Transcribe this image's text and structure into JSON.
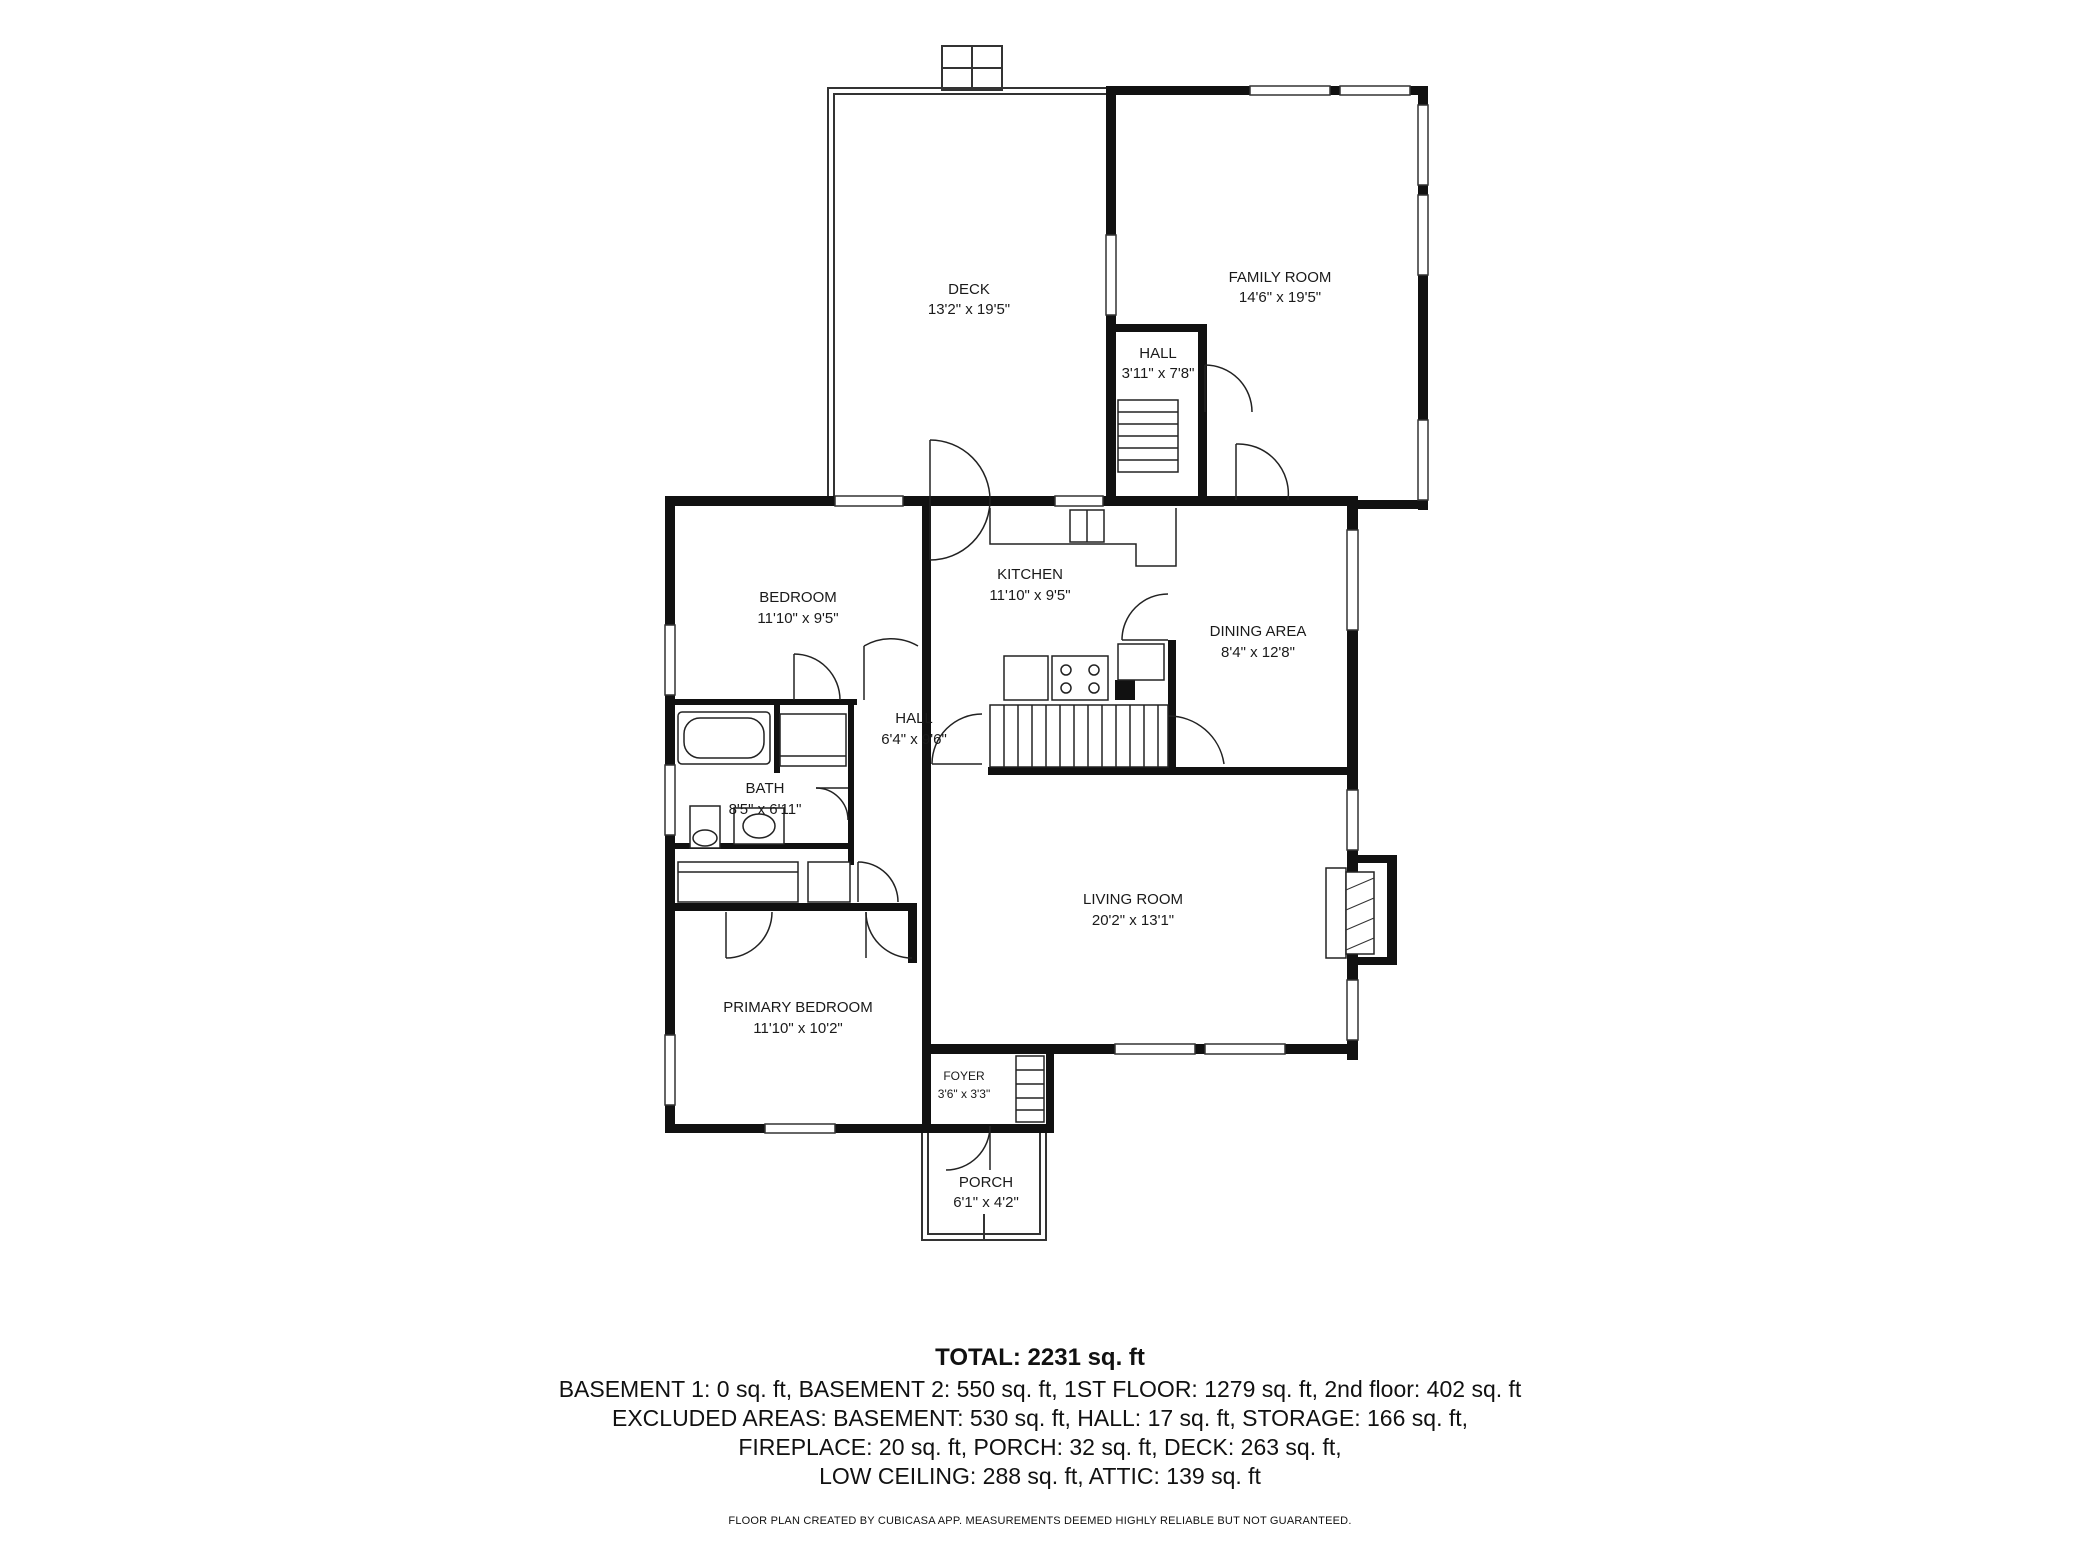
{
  "rooms": {
    "deck": {
      "name": "DECK",
      "dim": "13'2\" x 19'5\""
    },
    "family_room": {
      "name": "FAMILY ROOM",
      "dim": "14'6\" x 19'5\""
    },
    "upper_hall": {
      "name": "HALL",
      "dim": "3'11\" x 7'8\""
    },
    "kitchen": {
      "name": "KITCHEN",
      "dim": "11'10\" x 9'5\""
    },
    "bedroom": {
      "name": "BEDROOM",
      "dim": "11'10\" x 9'5\""
    },
    "dining_area": {
      "name": "DINING AREA",
      "dim": "8'4\" x 12'8\""
    },
    "hall": {
      "name": "HALL",
      "dim": "6'4\" x 9'6\""
    },
    "bath": {
      "name": "BATH",
      "dim": "8'5\" x 6'11\""
    },
    "living_room": {
      "name": "LIVING ROOM",
      "dim": "20'2\" x 13'1\""
    },
    "primary_bedroom": {
      "name": "PRIMARY BEDROOM",
      "dim": "11'10\" x 10'2\""
    },
    "foyer": {
      "name": "FOYER",
      "dim": "3'6\" x 3'3\""
    },
    "porch": {
      "name": "PORCH",
      "dim": "6'1\" x 4'2\""
    }
  },
  "summary": {
    "total": "TOTAL: 2231 sq. ft",
    "line1": "BASEMENT 1: 0 sq. ft, BASEMENT 2: 550 sq. ft, 1ST FLOOR: 1279 sq. ft, 2nd floor: 402 sq. ft",
    "line2": "EXCLUDED AREAS: BASEMENT: 530 sq. ft, HALL: 17 sq. ft, STORAGE: 166 sq. ft,",
    "line3": "FIREPLACE: 20 sq. ft, PORCH: 32 sq. ft, DECK: 263 sq. ft,",
    "line4": "LOW CEILING: 288 sq. ft, ATTIC: 139 sq. ft"
  },
  "credit": "FLOOR PLAN CREATED BY CUBICASA APP. MEASUREMENTS DEEMED HIGHLY RELIABLE BUT NOT GUARANTEED.",
  "colors": {
    "wall": "#111111",
    "thin": "#333333",
    "background": "#ffffff"
  }
}
